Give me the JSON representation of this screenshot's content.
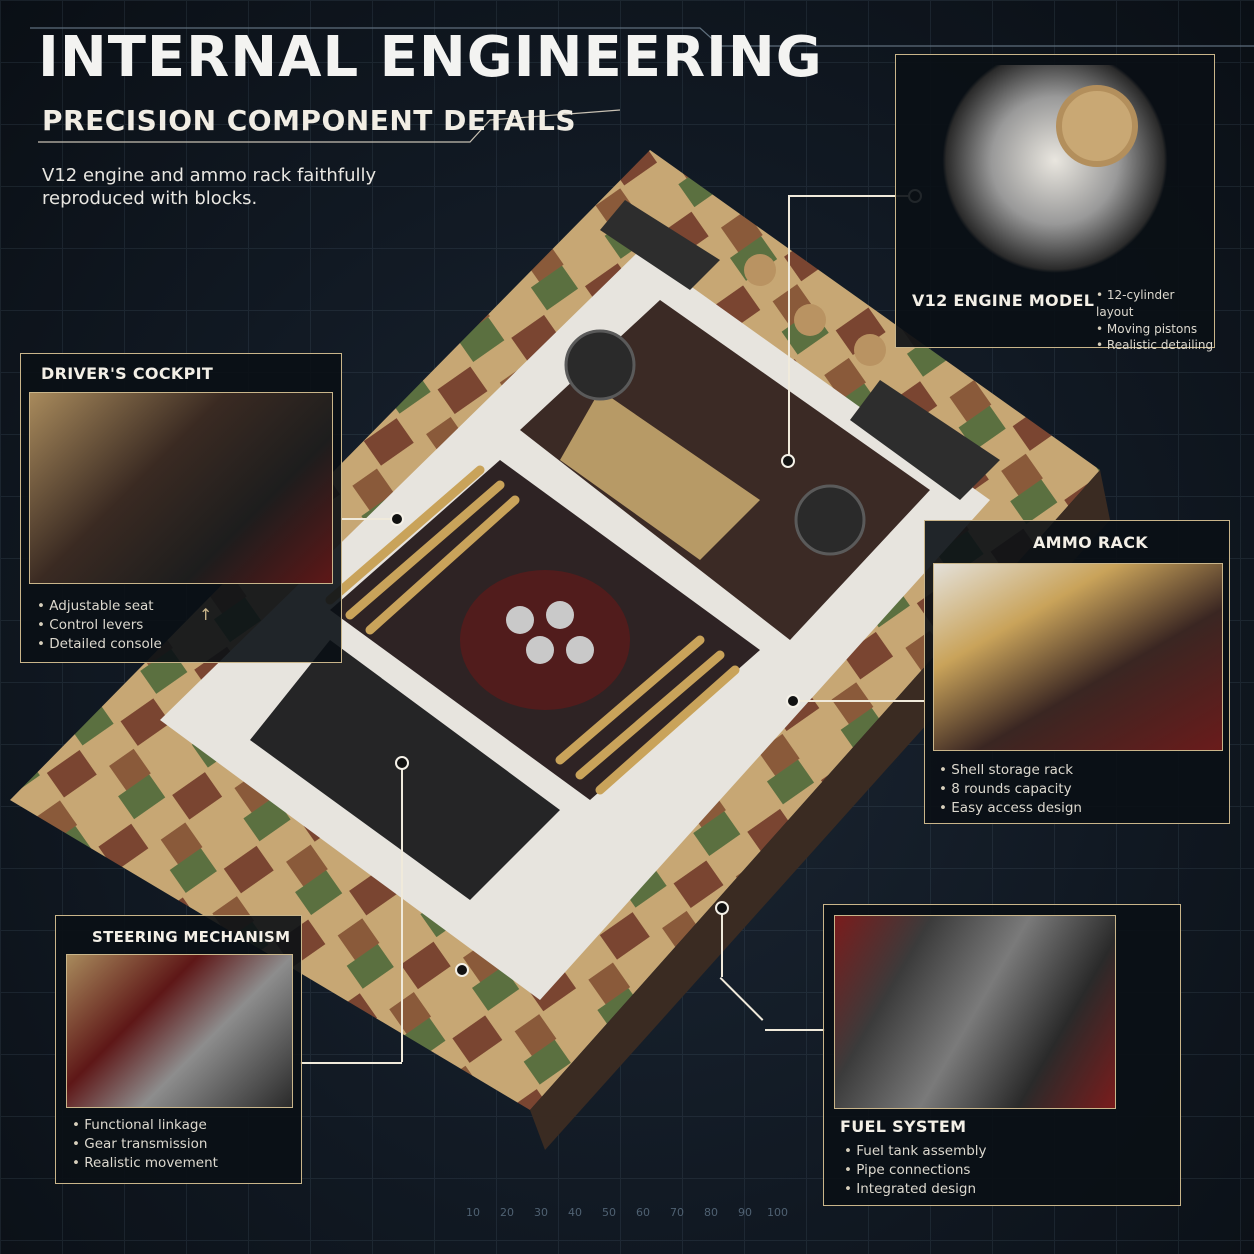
{
  "header": {
    "title": "INTERNAL ENGINEERING",
    "subtitle": "PRECISION COMPONENT DETAILS",
    "intro": "V12 engine and ammo rack faithfully reproduced with blocks."
  },
  "callouts": {
    "engine": {
      "title": "V12 ENGINE MODEL",
      "items": [
        "12-cylinder layout",
        "Moving pistons",
        "Realistic detailing"
      ]
    },
    "cockpit": {
      "title": "DRIVER'S COCKPIT",
      "items": [
        "Adjustable seat",
        "Control levers",
        "Detailed console"
      ]
    },
    "ammo": {
      "title": "AMMO RACK",
      "items": [
        "Shell storage rack",
        "8 rounds capacity",
        "Easy access design"
      ]
    },
    "steering": {
      "title": "STEERING MECHANISM",
      "items": [
        "Functional linkage",
        "Gear transmission",
        "Realistic movement"
      ]
    },
    "fuel": {
      "title": "FUEL SYSTEM",
      "items": [
        "Fuel tank assembly",
        "Pipe connections",
        "Integrated design"
      ]
    }
  },
  "ruler": {
    "labels": [
      "10",
      "20",
      "30",
      "40",
      "50",
      "60",
      "70",
      "80",
      "90",
      "100"
    ]
  },
  "colors": {
    "accent": "#c9b58a",
    "tan": "#c9a874",
    "green": "#566d3e",
    "brown": "#7b4632",
    "white": "#e8e6e1",
    "red": "#7b1f1f"
  }
}
